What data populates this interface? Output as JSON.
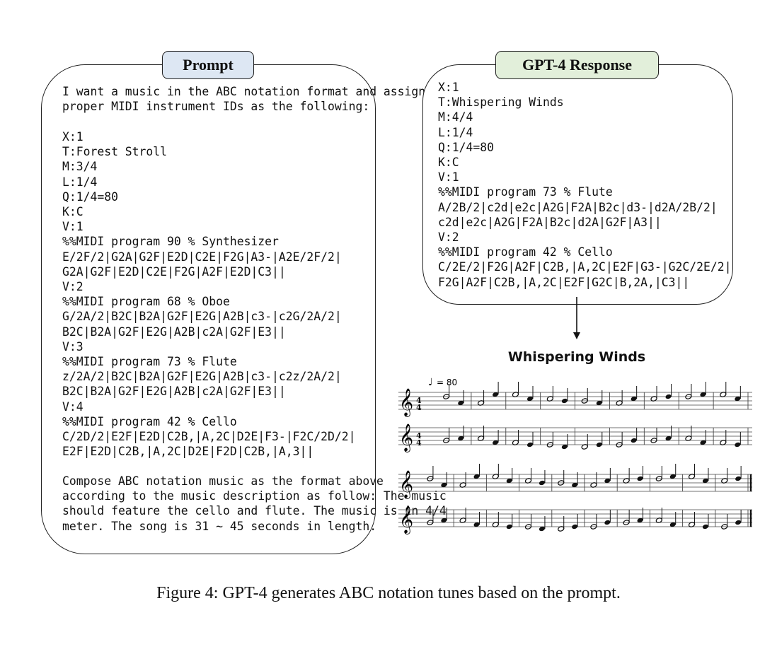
{
  "prompt": {
    "title": "Prompt",
    "intro": "I want a music in the ABC notation format and assign\nproper MIDI instrument IDs as the following:",
    "code": "X:1\nT:Forest Stroll\nM:3/4\nL:1/4\nQ:1/4=80\nK:C\nV:1\n%%MIDI program 90 % Synthesizer\nE/2F/2|G2A|G2F|E2D|C2E|F2G|A3-|A2E/2F/2|\nG2A|G2F|E2D|C2E|F2G|A2F|E2D|C3||\nV:2\n%%MIDI program 68 % Oboe\nG/2A/2|B2C|B2A|G2F|E2G|A2B|c3-|c2G/2A/2|\nB2C|B2A|G2F|E2G|A2B|c2A|G2F|E3||\nV:3\n%%MIDI program 73 % Flute\nz/2A/2|B2C|B2A|G2F|E2G|A2B|c3-|c2z/2A/2|\nB2C|B2A|G2F|E2G|A2B|c2A|G2F|E3||\nV:4\n%%MIDI program 42 % Cello\nC/2D/2|E2F|E2D|C2B,|A,2C|D2E|F3-|F2C/2D/2|\nE2F|E2D|C2B,|A,2C|D2E|F2D|C2B,|A,3||",
    "instruction": "Compose ABC notation music as the format above\naccording to the music description as follow: The music\nshould feature the cello and flute. The music is in 4/4\nmeter. The song is 31 ~ 45 seconds in length."
  },
  "response": {
    "title": "GPT-4 Response",
    "code": "X:1\nT:Whispering Winds\nM:4/4\nL:1/4\nQ:1/4=80\nK:C\nV:1\n%%MIDI program 73 % Flute\nA/2B/2|c2d|e2c|A2G|F2A|B2c|d3-|d2A/2B/2|\nc2d|e2c|A2G|F2A|B2c|d2A|G2F|A3||\nV:2\n%%MIDI program 42 % Cello\nC/2E/2|F2G|A2F|C2B,|A,2C|E2F|G3-|G2C/2E/2|\nF2G|A2F|C2B,|A,2C|E2F|G2C|B,2A,|C3||"
  },
  "sheet": {
    "title": "Whispering Winds",
    "tempo": "= 80",
    "time_signature": [
      "4",
      "4"
    ]
  },
  "caption": "Figure 4: GPT-4 generates ABC notation tunes based on the prompt."
}
